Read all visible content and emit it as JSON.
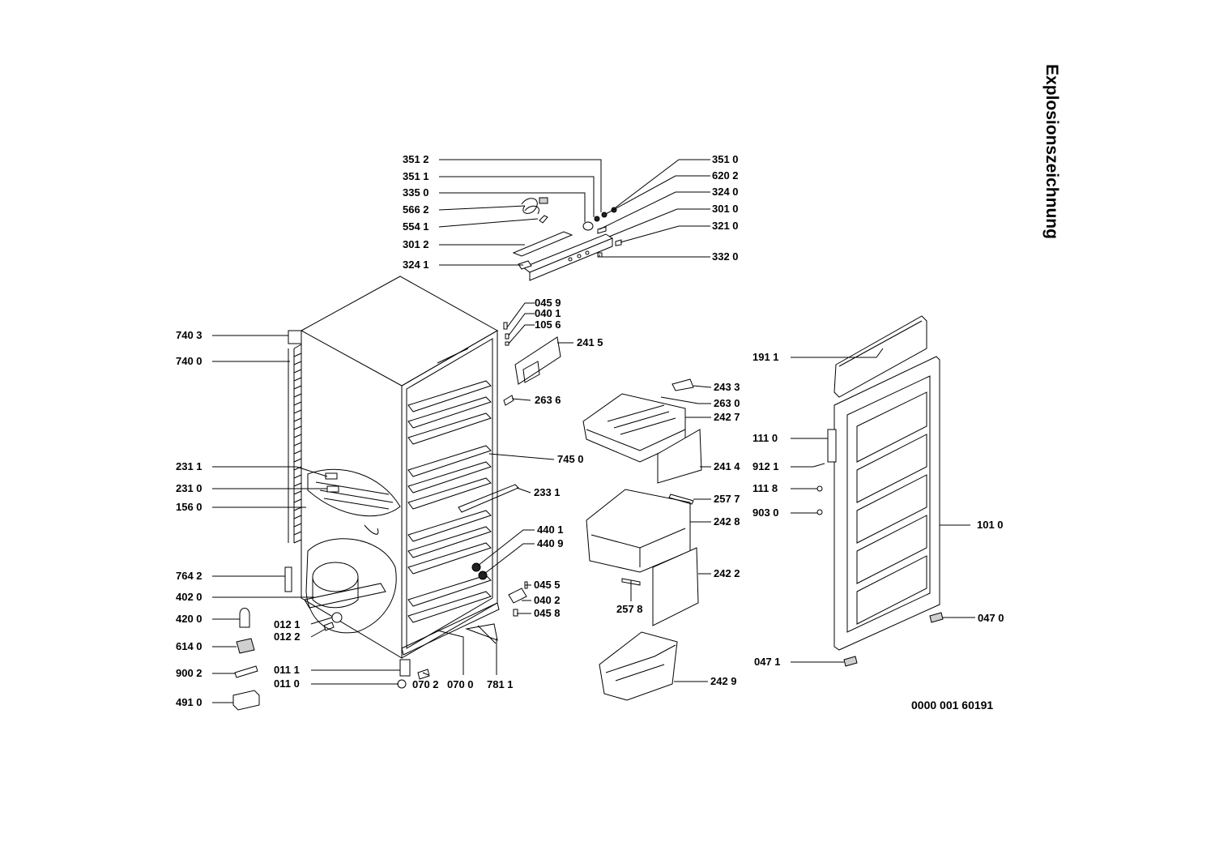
{
  "title": "Explosionszeichnung",
  "document_number": "0000 001 60191",
  "part_labels": {
    "p3512": "351 2",
    "p3511": "351 1",
    "p3350": "335 0",
    "p5662": "566 2",
    "p5541": "554 1",
    "p3012": "301 2",
    "p3241": "324 1",
    "p3510": "351 0",
    "p6202": "620 2",
    "p3240": "324 0",
    "p3010": "301 0",
    "p3210": "321 0",
    "p3320": "332 0",
    "p0459": "045 9",
    "p0401": "040 1",
    "p1056": "105 6",
    "p2415": "241 5",
    "p2636": "263 6",
    "p7450": "745 0",
    "p2331": "233 1",
    "p4401": "440 1",
    "p4409": "440 9",
    "p0455": "045 5",
    "p0402": "040 2",
    "p0458": "045 8",
    "p7403": "740 3",
    "p7400": "740 0",
    "p2311": "231 1",
    "p2310": "231 0",
    "p1560": "156 0",
    "p7642": "764 2",
    "p4020": "402 0",
    "p4200": "420 0",
    "p0121": "012 1",
    "p0122": "012 2",
    "p6140": "614 0",
    "p9002": "900 2",
    "p0111": "011 1",
    "p0110": "011 0",
    "p4910": "491 0",
    "p0702": "070 2",
    "p0700": "070 0",
    "p7811": "781 1",
    "p2433": "243 3",
    "p2630": "263 0",
    "p2427": "242 7",
    "p2414": "241 4",
    "p2577": "257 7",
    "p2428": "242 8",
    "p2422": "242 2",
    "p2578": "257 8",
    "p2429": "242 9",
    "p1911": "191 1",
    "p1110": "111 0",
    "p9121": "912 1",
    "p1118": "111 8",
    "p9030": "903 0",
    "p1010": "101 0",
    "p0470": "047 0",
    "p0471": "047 1"
  }
}
